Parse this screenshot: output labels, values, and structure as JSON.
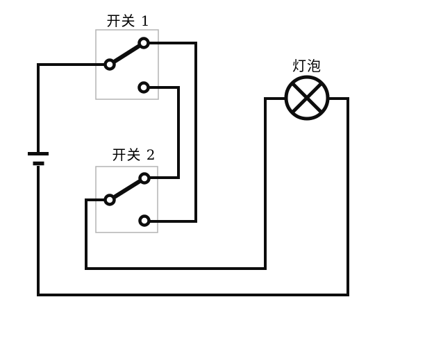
{
  "page": {
    "background": "#ffffff"
  },
  "colors": {
    "wire": "#0d0d0d",
    "component_box": "#b3b3b3",
    "text": "#000000"
  },
  "components": {
    "switch1": {
      "label": "开关 1"
    },
    "switch2": {
      "label": "开关 2"
    },
    "bulb": {
      "label": "灯泡"
    },
    "battery": {
      "symbol": "single-cell-battery"
    }
  },
  "connections": [
    "battery.top -> switch1.common",
    "switch1.throw-top -> switch2.throw-bottom (crossover)",
    "switch1.throw-bottom -> switch2.throw-top (crossover)",
    "switch2.common -> bulb.left",
    "bulb.right -> battery.bottom"
  ]
}
